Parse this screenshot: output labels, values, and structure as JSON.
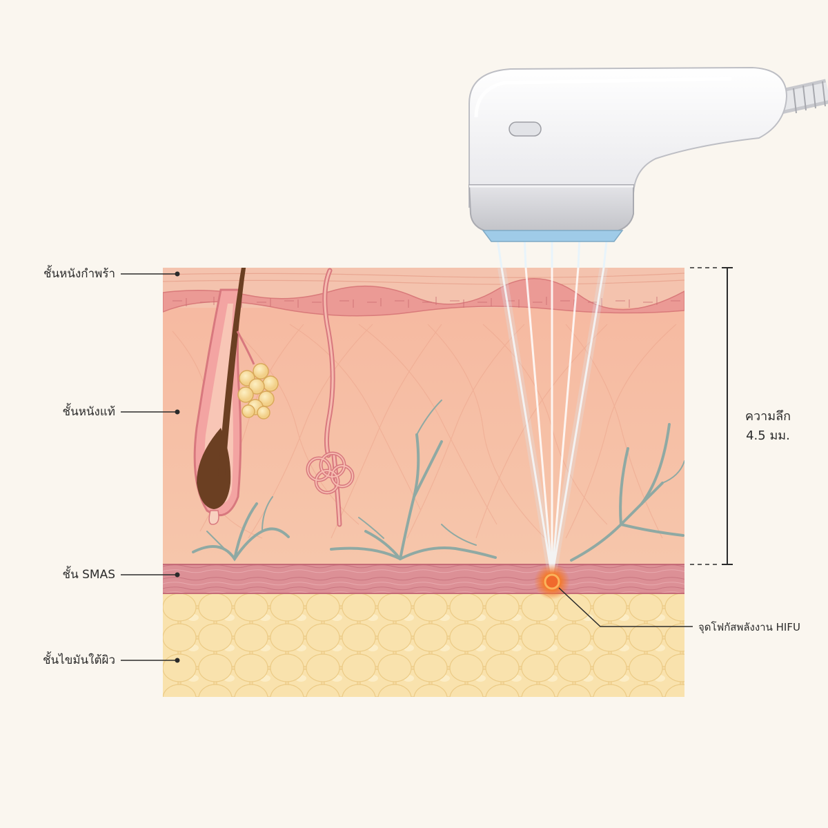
{
  "layers": {
    "epidermis": "ชั้นหนังกำพร้า",
    "dermis": "ชั้นหนังแท้",
    "smas": "ชั้น SMAS",
    "subcutaneous_fat": "ชั้นไขมันใต้ผิว"
  },
  "depth": {
    "line1": "ความลึก",
    "line2": "4.5 มม."
  },
  "focus_point": "จุดโฟกัสพลังงาน HIFU",
  "colors": {
    "background": "#faf6ef",
    "epidermis": "#f4c0a8",
    "dermis": "#f6bea2",
    "smas": "#dd8f94",
    "fat": "#f7dca1",
    "hair": "#6b3f22",
    "vessel": "#8fa9a3",
    "beam": "#dbeefa",
    "focus": "#f06a2c",
    "device": "#f3f3f5"
  }
}
